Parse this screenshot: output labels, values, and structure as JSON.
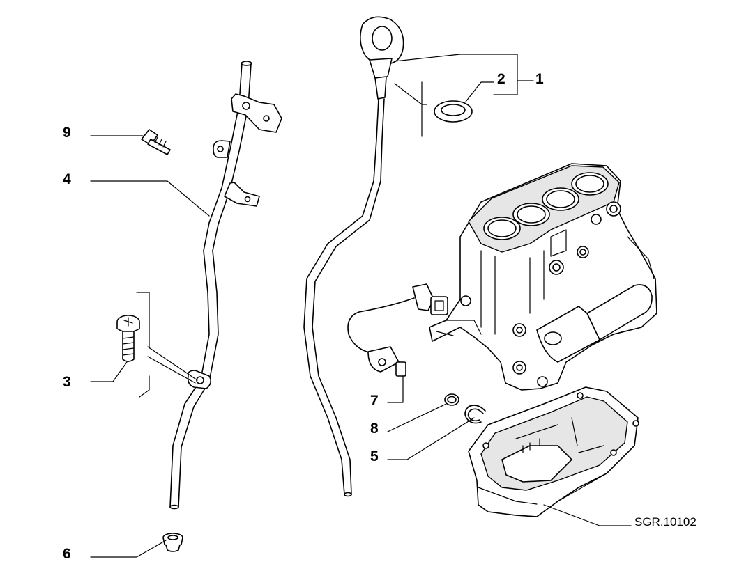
{
  "diagram": {
    "reference_code": "SGR.10102",
    "callouts": [
      {
        "id": "c1",
        "number": "1"
      },
      {
        "id": "c2",
        "number": "2"
      },
      {
        "id": "c3",
        "number": "3"
      },
      {
        "id": "c4",
        "number": "4"
      },
      {
        "id": "c5",
        "number": "5"
      },
      {
        "id": "c6",
        "number": "6"
      },
      {
        "id": "c7",
        "number": "7"
      },
      {
        "id": "c8",
        "number": "8"
      },
      {
        "id": "c9",
        "number": "9"
      }
    ]
  }
}
